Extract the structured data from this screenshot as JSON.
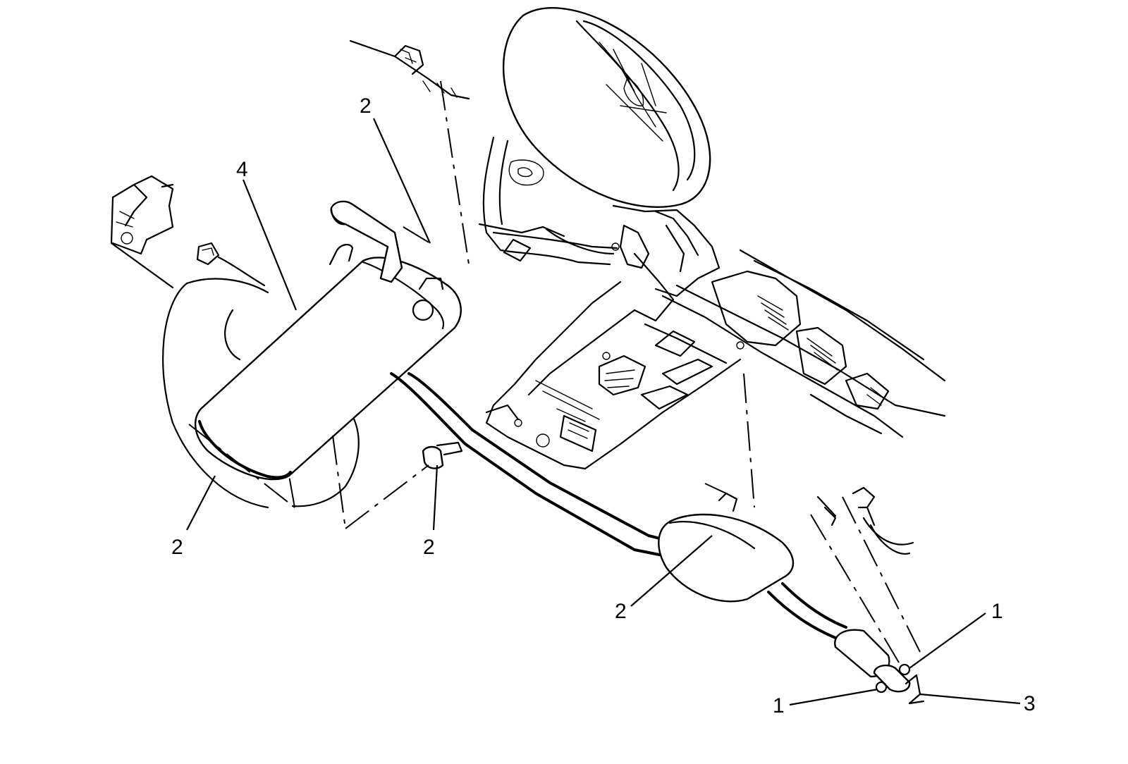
{
  "callouts": {
    "c1a": "1",
    "c1b": "1",
    "c2a": "2",
    "c2b": "2",
    "c2c": "2",
    "c2d": "2",
    "c3": "3",
    "c4": "4"
  }
}
